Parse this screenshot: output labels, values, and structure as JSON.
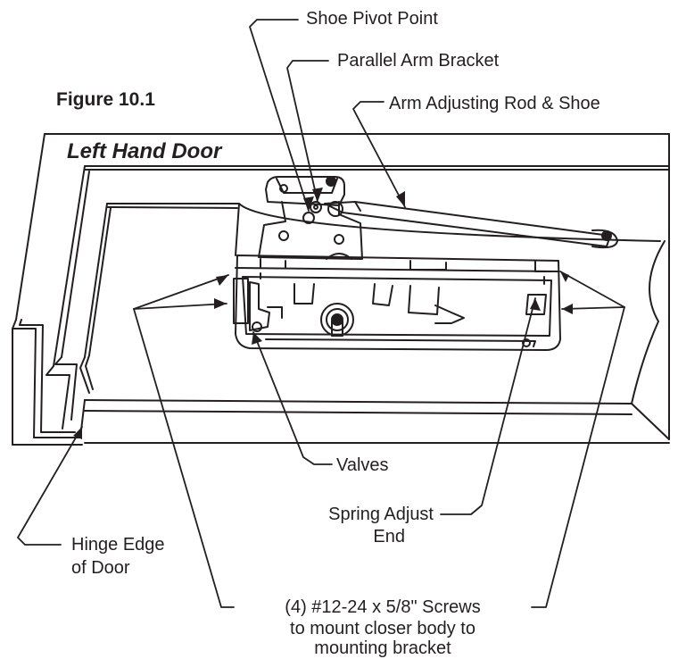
{
  "figure_label": "Figure 10.1",
  "door_label": "Left Hand Door",
  "callouts": {
    "shoe_pivot_point": "Shoe Pivot Point",
    "parallel_arm_bracket": "Parallel Arm Bracket",
    "arm_adjusting_rod": "Arm Adjusting Rod & Shoe",
    "valves": "Valves",
    "spring_adjust_line1": "Spring Adjust",
    "spring_adjust_line2": "End",
    "hinge_edge_line1": "Hinge Edge",
    "hinge_edge_line2": "of Door",
    "screws_line1": "(4) #12-24 x 5/8\" Screws",
    "screws_line2": "to mount closer body to",
    "screws_line3": "mounting bracket"
  }
}
